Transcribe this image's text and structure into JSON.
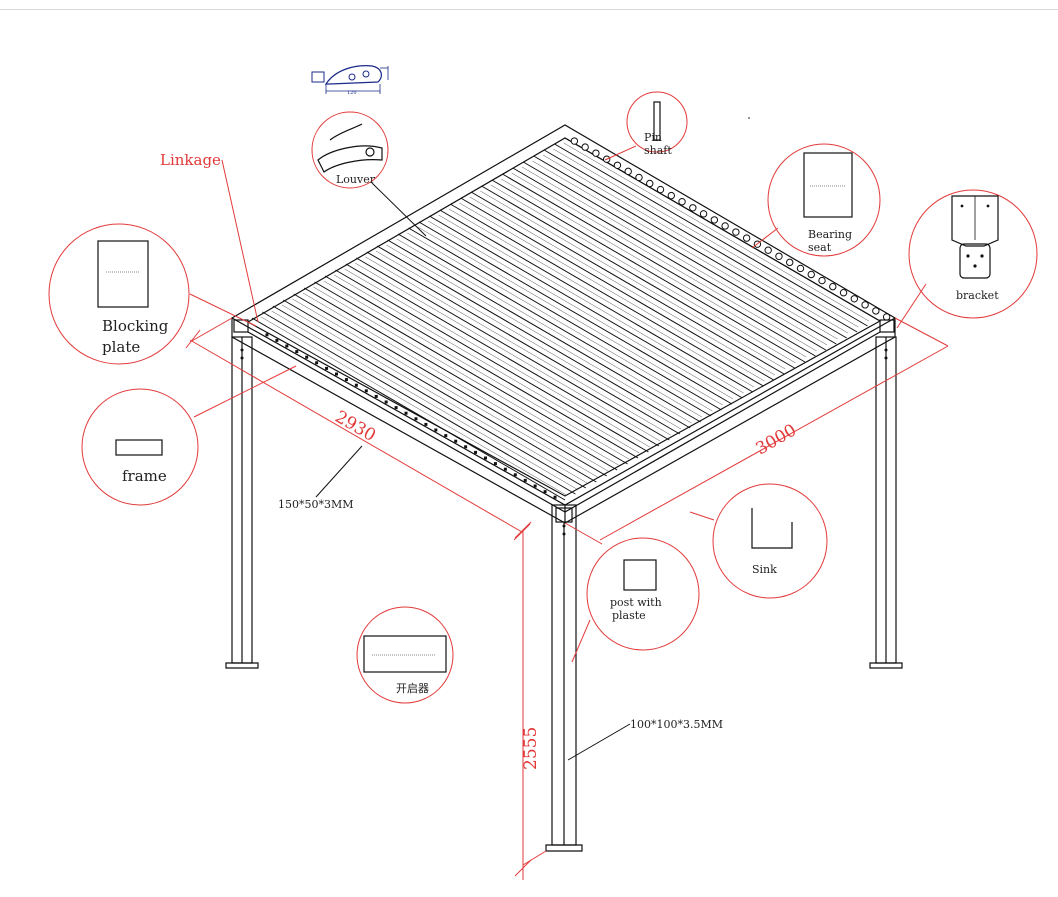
{
  "labels": {
    "linkage": "Linkage",
    "louver": "Louver",
    "pin_shaft_line1": "Pin",
    "pin_shaft_line2": "shaft",
    "bearing_seat_line1": "Bearing",
    "bearing_seat_line2": "seat",
    "bracket": "bracket",
    "blocking_plate_line1": "Blocking",
    "blocking_plate_line2": "plate",
    "frame": "frame",
    "frame_spec": "150*50*3MM",
    "sink": "Sink",
    "post_line1": "post with",
    "post_line2": "plaste",
    "opener": "开启器",
    "post_spec": "100*100*3.5MM",
    "profile_width": "120"
  },
  "dimensions": {
    "width_left": "2930",
    "width_right": "3000",
    "height": "2555"
  },
  "colors": {
    "callout_red": "#e23a3a",
    "line_black": "#111111"
  }
}
